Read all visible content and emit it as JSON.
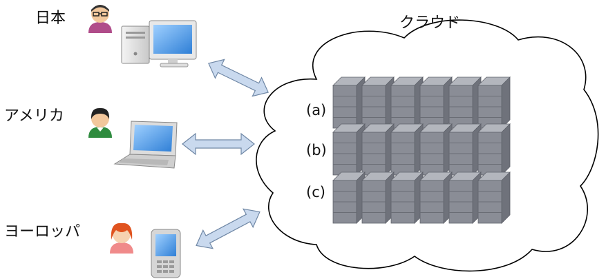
{
  "regions": [
    {
      "label": "日本",
      "device": "desktop-computer",
      "person": "person-glasses"
    },
    {
      "label": "アメリカ",
      "device": "laptop-computer",
      "person": "person-green"
    },
    {
      "label": "ヨーロッパ",
      "device": "mobile-phone",
      "person": "person-redhair"
    }
  ],
  "cloud": {
    "label": "クラウド",
    "rows": [
      {
        "label": "(a)"
      },
      {
        "label": "(b)"
      },
      {
        "label": "(c)"
      }
    ],
    "servers_per_row": 6
  },
  "colors": {
    "arrow_fill": "#c9d9ee",
    "server": "#8a8d96",
    "screen": "#4a9ae6",
    "cloud_stroke": "#000000"
  }
}
